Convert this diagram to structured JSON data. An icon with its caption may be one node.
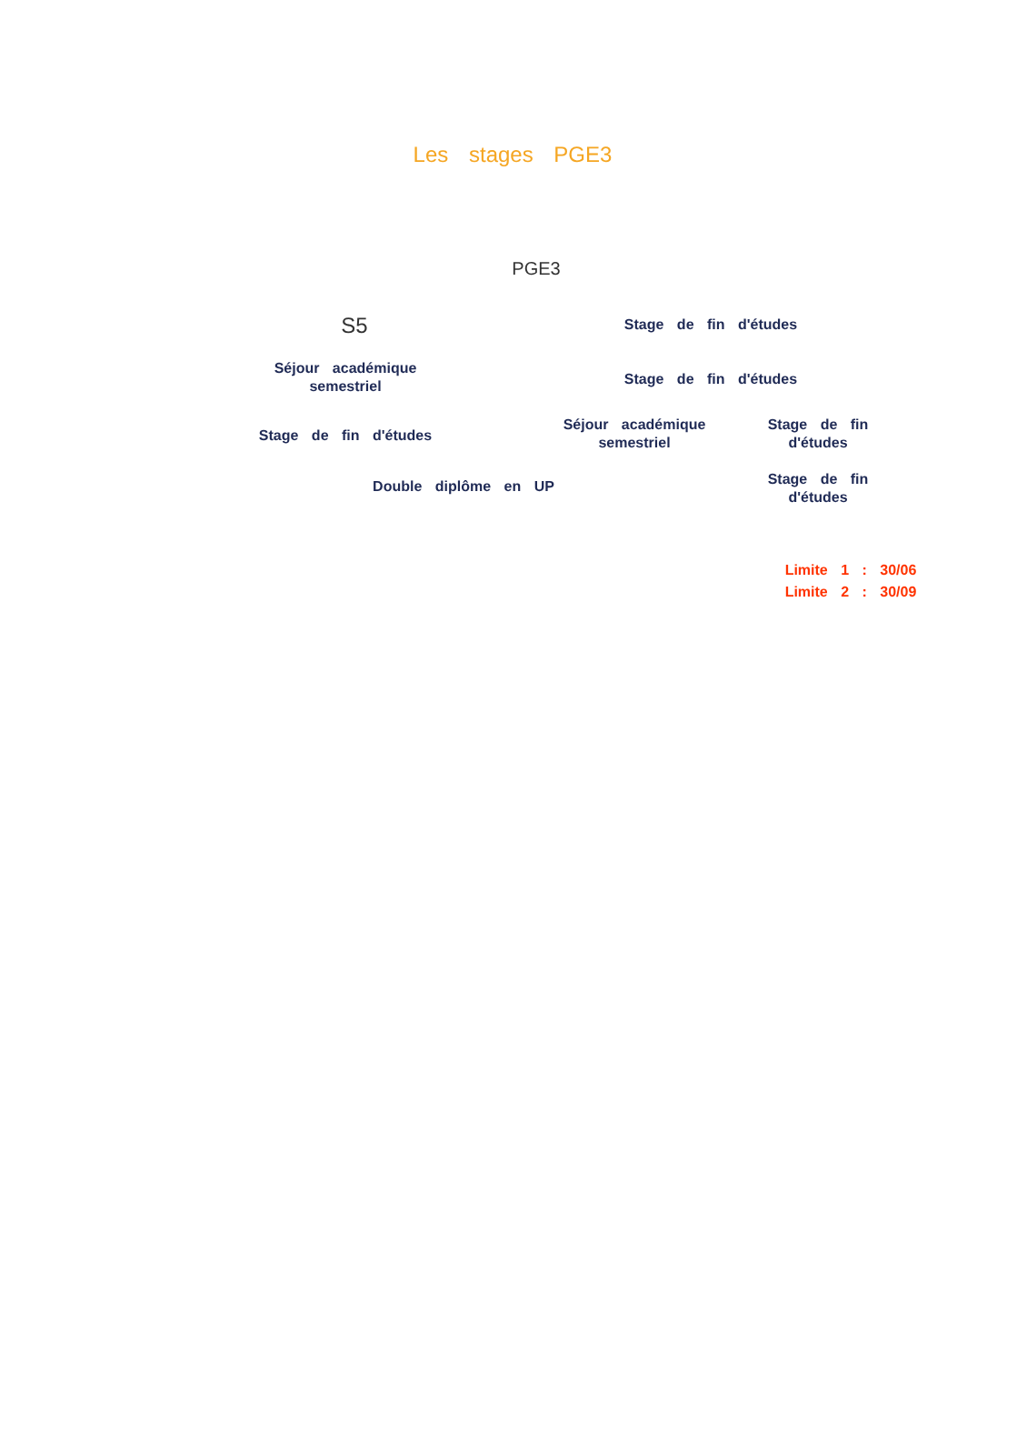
{
  "diagram": {
    "title": "Les stages PGE3",
    "labels": [
      "PGE3",
      "S5",
      "Stage de fin d'études",
      "Séjour académique semestriel",
      "Stage de fin d'études",
      "Stage de fin d'études",
      "Séjour académique semestriel",
      "Stage de fin d'études",
      "Double diplôme en UP",
      "Stage de fin d'études",
      "Limite 1 : 30/06",
      "Limite 2 : 30/09"
    ]
  }
}
